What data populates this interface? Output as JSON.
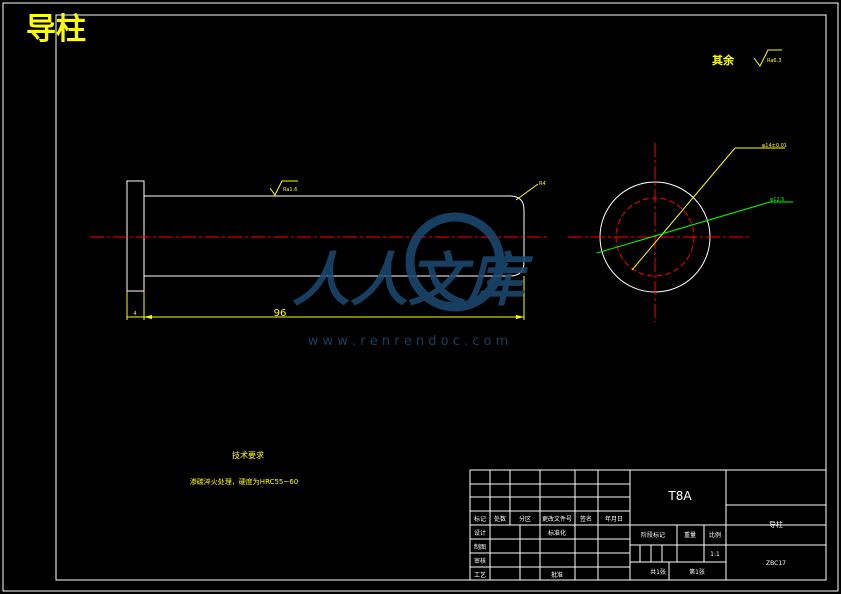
{
  "drawing_title": "导柱",
  "roughness_note": {
    "label": "其余",
    "value": "Ra6.3"
  },
  "dimensions": {
    "length": "96",
    "flange_thickness": "4",
    "fillet": "R4",
    "surface_roughness": "Ra1.6",
    "outer_diameter": "φ14±0.01",
    "inner_diameter": "φ12.5"
  },
  "tech_requirements": {
    "heading": "技术要求",
    "line1": "渗碳淬火处理，硬度为HRC55~60"
  },
  "title_block": {
    "material": "T8A",
    "part_name": "导柱",
    "drawing_no": "ZBC17",
    "scale": "1:1",
    "sheets_total": "共1张",
    "sheet_no": "第1张",
    "headers": {
      "mark": "标记",
      "count": "处数",
      "zone": "分区",
      "change_doc": "更改文件号",
      "signature": "签名",
      "date": "年月日",
      "stage_mark": "阶段标记",
      "weight": "重量",
      "scale_label": "比例",
      "design": "设计",
      "standardize": "标准化",
      "draw": "制图",
      "review": "审核",
      "process": "工艺",
      "approve": "批准"
    }
  },
  "watermark": {
    "text": "人人文库",
    "url": "w w w . r e n r e n d o c . c o m"
  },
  "colors": {
    "background": "#000000",
    "outline": "#ffffff",
    "dimension": "#ffff00",
    "centerline": "#ff0000",
    "leader_green": "#00ff00",
    "watermark": "#1a4a72"
  }
}
